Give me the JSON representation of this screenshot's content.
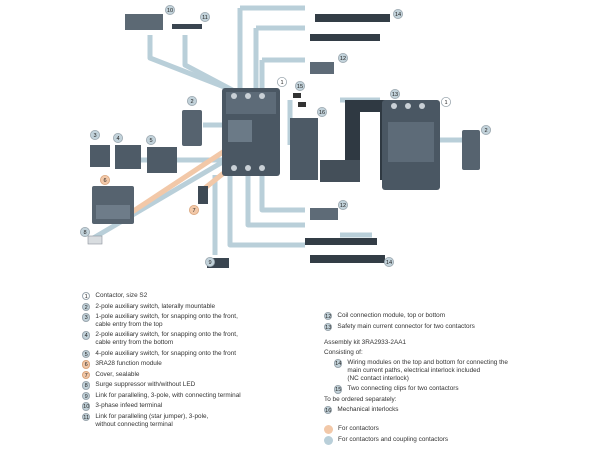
{
  "colors": {
    "contactor_path": "#f2c8a8",
    "coupling_path": "#b9cfd9",
    "badge_blue": "#c2d2da",
    "device_dark": "#4a5763"
  },
  "callouts": [
    "1",
    "2",
    "3",
    "4",
    "5",
    "6",
    "7",
    "8",
    "9",
    "10",
    "11",
    "12",
    "13",
    "14",
    "15",
    "16"
  ],
  "legend_left": [
    {
      "num": "1",
      "style": "white",
      "text": "Contactor, size S2"
    },
    {
      "num": "2",
      "style": "blue",
      "text": "2-pole auxiliary switch, laterally mountable"
    },
    {
      "num": "3",
      "style": "blue",
      "text": "1-pole auxiliary switch, for snapping onto the front,\ncable entry from the top"
    },
    {
      "num": "4",
      "style": "blue",
      "text": "2-pole auxiliary switch, for snapping onto the front,\ncable entry from the bottom"
    },
    {
      "num": "5",
      "style": "blue",
      "text": "4-pole auxiliary switch, for snapping onto the front"
    },
    {
      "num": "6",
      "style": "orange",
      "text": "3RA28 function module"
    },
    {
      "num": "7",
      "style": "orange",
      "text": "Cover, sealable"
    },
    {
      "num": "8",
      "style": "blue",
      "text": "Surge suppressor with/without LED"
    },
    {
      "num": "9",
      "style": "blue",
      "text": "Link for paralleling, 3-pole, with connecting terminal"
    },
    {
      "num": "10",
      "style": "blue",
      "text": "3-phase infeed terminal"
    },
    {
      "num": "11",
      "style": "blue",
      "text": "Link for paralleling (star jumper), 3-pole,\nwithout connecting terminal"
    }
  ],
  "legend_right": {
    "items_top": [
      {
        "num": "12",
        "style": "blue",
        "text": "Coil connection module, top or bottom"
      },
      {
        "num": "13",
        "style": "blue",
        "text": "Safety main current connector for two contactors"
      }
    ],
    "kit_title": "Assembly kit 3RA2933-2AA1",
    "consisting_of": "Consisting of:",
    "kit_items": [
      {
        "num": "14",
        "style": "blue",
        "text": "Wiring modules on the top and bottom for connecting the\nmain current paths, electrical interlock included\n(NC contact interlock)"
      },
      {
        "num": "15",
        "style": "blue",
        "text": "Two connecting clips for two contactors"
      }
    ],
    "separately": "To be ordered separately:",
    "separate_items": [
      {
        "num": "16",
        "style": "blue",
        "text": "Mechanical interlocks"
      }
    ],
    "key_contactors": "For contactors",
    "key_coupling": "For contactors and coupling contactors"
  }
}
